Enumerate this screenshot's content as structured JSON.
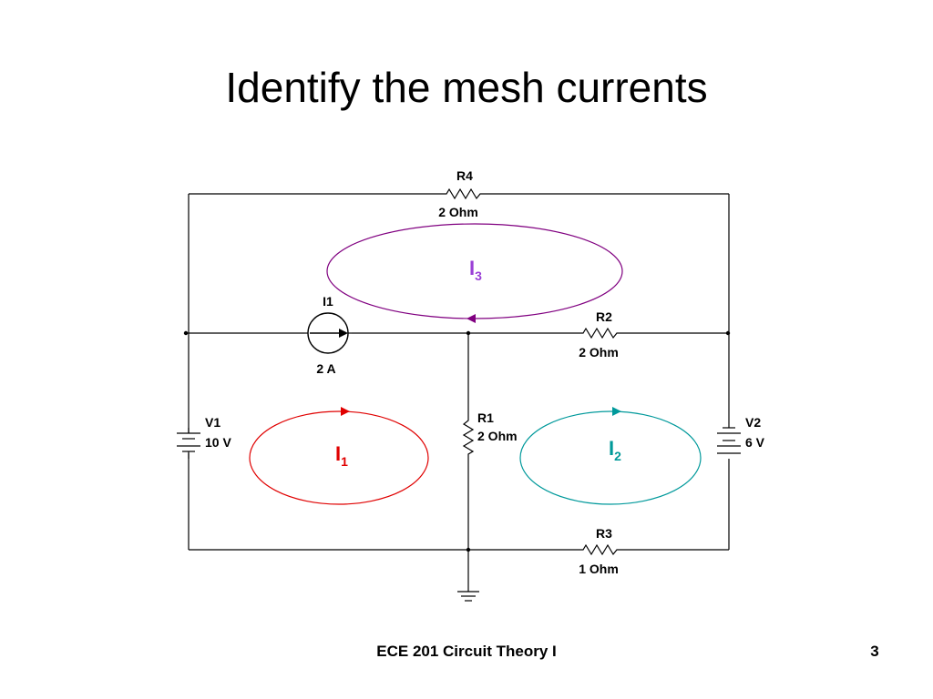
{
  "slide": {
    "title": "Identify the mesh currents",
    "footer": "ECE 201 Circuit Theory I",
    "page_number": "3"
  },
  "components": {
    "r4": {
      "name": "R4",
      "value": "2 Ohm"
    },
    "r2": {
      "name": "R2",
      "value": "2 Ohm"
    },
    "r1": {
      "name": "R1",
      "value": "2 Ohm"
    },
    "r3": {
      "name": "R3",
      "value": "1 Ohm"
    },
    "i1": {
      "name": "I1",
      "value": "2 A"
    },
    "v1": {
      "name": "V1",
      "value": "10 V"
    },
    "v2": {
      "name": "V2",
      "value": "6 V"
    }
  },
  "mesh_currents": {
    "i1": {
      "symbol": "I",
      "subscript": "1",
      "color": "#e00000"
    },
    "i2": {
      "symbol": "I",
      "subscript": "2",
      "color": "#009999"
    },
    "i3": {
      "symbol": "I",
      "subscript": "3",
      "color": "#9a3fd6"
    }
  },
  "colors": {
    "wire": "#000000",
    "mesh1_loop": "#e00000",
    "mesh2_loop": "#00999b",
    "mesh3_loop": "#800080"
  }
}
